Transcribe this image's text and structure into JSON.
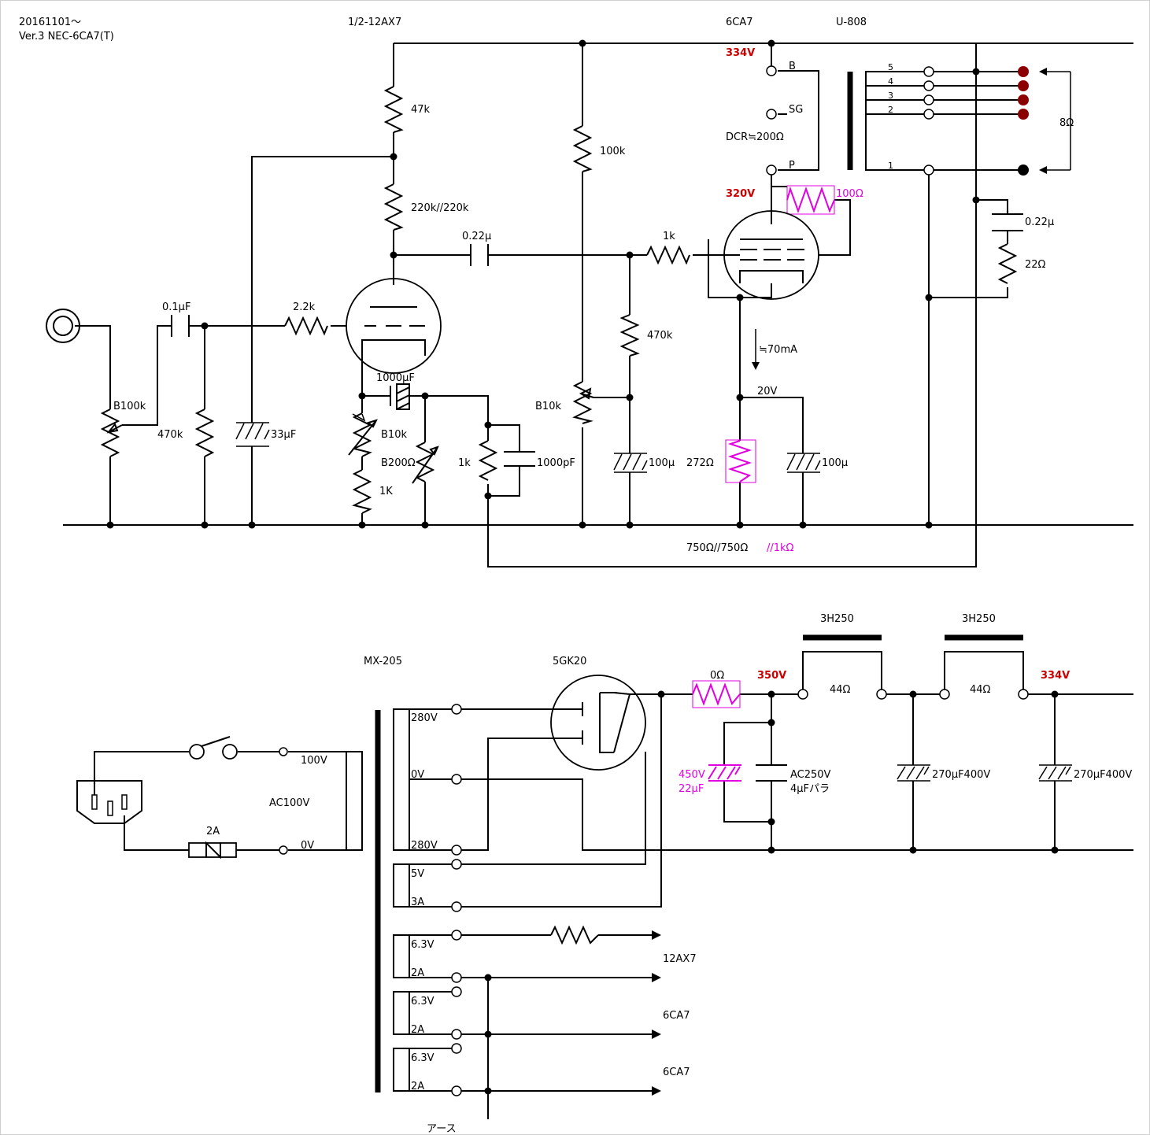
{
  "header": {
    "date": "20161101～",
    "version": "Ver.3  NEC-6CA7(T)"
  },
  "tubes": {
    "preamp": "1/2-12AX7",
    "power": "6CA7",
    "rectifier": "5GK20"
  },
  "output_transformer": {
    "model": "U-808",
    "pin_b": "B",
    "pin_sg": "SG",
    "pin_p": "P",
    "dcr": "DCR≒200Ω",
    "secondary_taps": [
      "5",
      "4",
      "3",
      "2",
      "1"
    ],
    "speaker_impedance": "8Ω"
  },
  "voltages": {
    "b_plus_top": "334V",
    "plate": "320V",
    "cathode": "20V",
    "rect_out": "350V",
    "psu_out": "334V",
    "current": "≒70mA"
  },
  "components": {
    "r_47k": "47k",
    "r_220k": "220k//220k",
    "c_coupling": "0.22μ",
    "r_100k": "100k",
    "r_grid_stop": "1k",
    "r_screen": "100Ω",
    "c_zobel": "0.22μ",
    "r_zobel": "22Ω",
    "c_input": "0.1μF",
    "r_input_grid": "2.2k",
    "vr_volume": "B100k",
    "r_470k_in": "470k",
    "c_33": "33μF",
    "c_1000u": "1000μF",
    "vr_b10k_a": "B10k",
    "vr_b200": "B200Ω",
    "r_1k_cath": "1K",
    "r_1k_nfb": "1k",
    "c_1000p": "1000pF",
    "r_470k_grid": "470k",
    "vr_b10k_b": "B10k",
    "c_100u_a": "100μ",
    "r_272": "272Ω",
    "c_100u_b": "100μ",
    "nfb": "750Ω//750Ω",
    "nfb_extra": "//1kΩ"
  },
  "psu": {
    "transformer": "MX-205",
    "choke1": "3H250",
    "choke2": "3H250",
    "dcr1": "44Ω",
    "dcr2": "44Ω",
    "r_0": "0Ω",
    "c_450v": "450V",
    "c_22u": "22μF",
    "c_ac250": "AC250V",
    "c_4u": "4μFパラ",
    "c_270_a": "270μF400V",
    "c_270_b": "270μF400V",
    "fuse": "2A",
    "primary_100": "100V",
    "primary_0": "0V",
    "mains": "AC100V",
    "sec_taps": [
      "280V",
      "0V",
      "280V",
      "5V",
      "3A",
      "6.3V",
      "2A",
      "6.3V",
      "2A",
      "6.3V",
      "2A"
    ],
    "heater_12ax7": "12AX7",
    "heater_6ca7_a": "6CA7",
    "heater_6ca7_b": "6CA7",
    "ground": "アース"
  }
}
